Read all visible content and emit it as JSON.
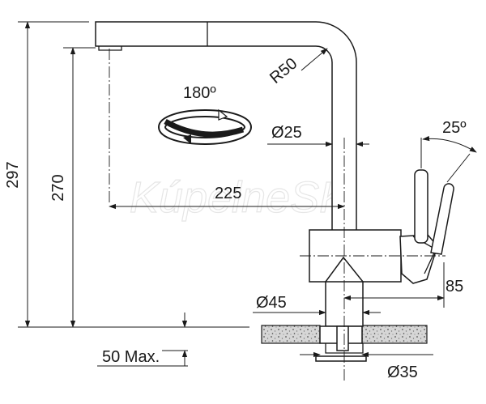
{
  "watermark": "KúpelneSK",
  "dimensions": {
    "height_total": "297",
    "height_spout": "270",
    "spout_reach": "225",
    "bend_radius": "R50",
    "spout_diameter": "Ø25",
    "rotation": "180º",
    "lever_angle": "25º",
    "lever_offset": "85",
    "base_diameter": "Ø45",
    "hole_diameter": "Ø35",
    "worktop_thickness": "50 Max."
  },
  "colors": {
    "line": "#1a1a1a",
    "watermark": "#e6e6e6",
    "worktop_hatch": "#9a9a9a"
  }
}
